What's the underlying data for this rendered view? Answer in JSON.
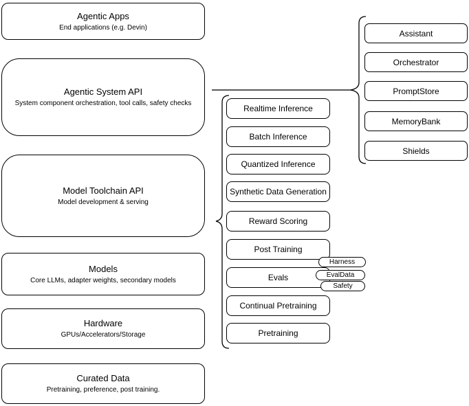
{
  "diagram": {
    "stack": [
      {
        "title": "Agentic Apps",
        "subtitle": "End applications (e.g. Devin)"
      },
      {
        "title": "Agentic System API",
        "subtitle": "System component orchestration, tool calls, safety checks"
      },
      {
        "title": "Model Toolchain API",
        "subtitle": "Model development & serving"
      },
      {
        "title": "Models",
        "subtitle": "Core LLMs, adapter weights, secondary models"
      },
      {
        "title": "Hardware",
        "subtitle": "GPUs/Accelerators/Storage"
      },
      {
        "title": "Curated Data",
        "subtitle": "Pretraining, preference, post training."
      }
    ],
    "toolchain_capabilities": [
      "Realtime Inference",
      "Batch Inference",
      "Quantized Inference",
      "Synthetic Data Generation",
      "Reward Scoring",
      "Post Training",
      "Evals",
      "Continual Pretraining",
      "Pretraining"
    ],
    "eval_tags": [
      "Harness",
      "EvalData",
      "Safety"
    ],
    "system_components": [
      "Assistant",
      "Orchestrator",
      "PromptStore",
      "MemoryBank",
      "Shields"
    ],
    "colors": {
      "box_border": "#000000",
      "text": "#000000",
      "connector": "#595959",
      "background": "#ffffff"
    }
  }
}
